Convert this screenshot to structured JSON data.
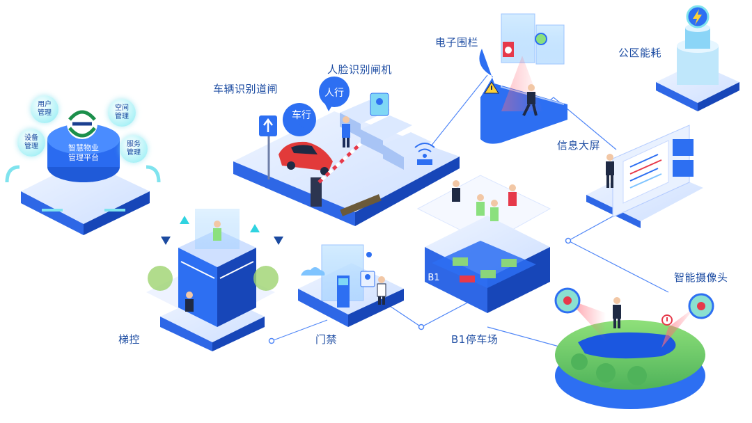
{
  "hub": {
    "title_line1": "智慧物业",
    "title_line2": "管理平台",
    "bubbles": [
      {
        "l1": "用户",
        "l2": "管理"
      },
      {
        "l1": "空间",
        "l2": "管理"
      },
      {
        "l1": "设备",
        "l2": "管理"
      },
      {
        "l1": "服务",
        "l2": "管理"
      }
    ]
  },
  "modules": {
    "vehicle_gate": "车辆识别道闸",
    "face_gate": "人脸识别闸机",
    "e_fence": "电子围栏",
    "energy": "公区能耗",
    "big_screen": "信息大屏",
    "camera": "智能摄像头",
    "parking": "B1停车场",
    "access": "门禁",
    "elevator": "梯控"
  },
  "signs": {
    "car_lane": "车行",
    "people_lane": "人行",
    "parking_floor": "B1"
  },
  "colors": {
    "primary": "#2d6ff2",
    "label": "#1f4ea3",
    "connector": "#4f86f7",
    "accent_cyan": "#7fe3ee",
    "alert_red": "#e6394a"
  }
}
